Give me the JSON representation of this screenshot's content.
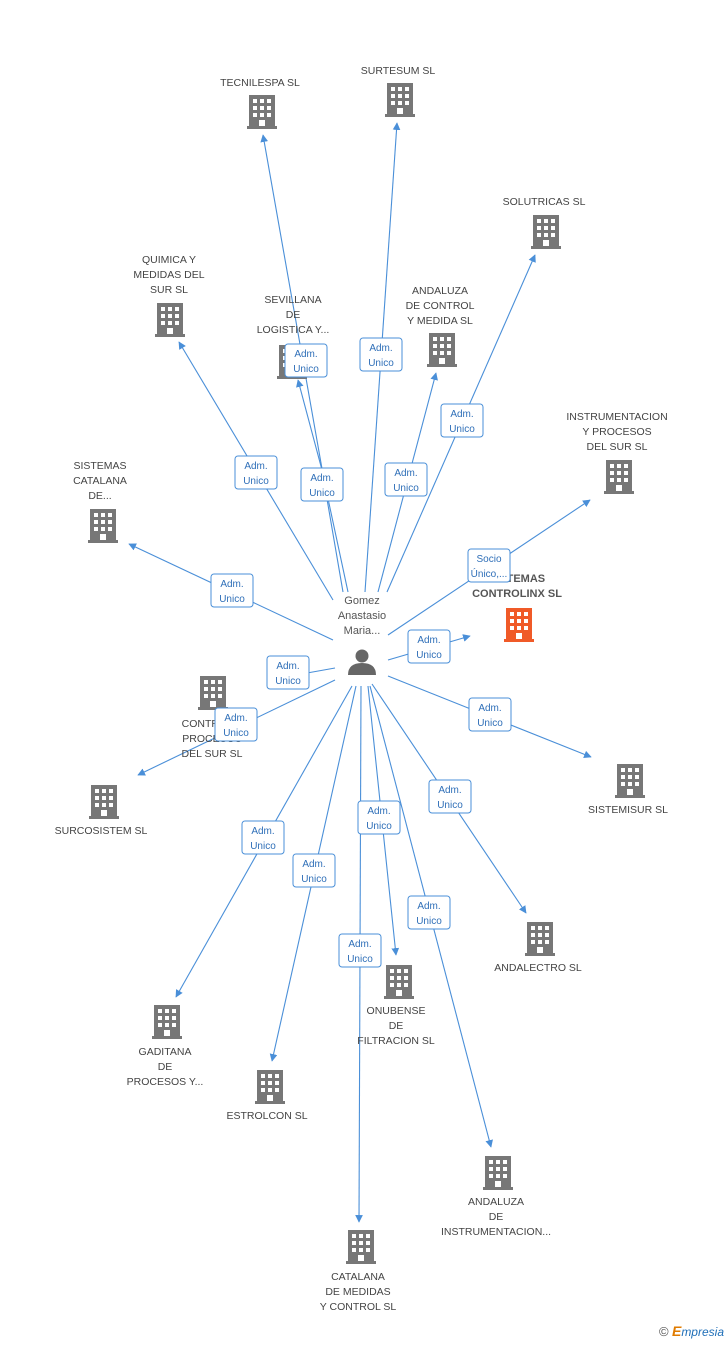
{
  "colors": {
    "edge": "#4a8fd8",
    "building": "#777777",
    "highlight": "#f05a28",
    "person": "#666666"
  },
  "person": {
    "name_lines": [
      "Gomez",
      "Anastasio",
      "Maria..."
    ],
    "icon": "person-icon"
  },
  "companies": [
    {
      "id": "tecnilespa",
      "lines": [
        "TECNILESPA SL"
      ]
    },
    {
      "id": "surtesum",
      "lines": [
        "SURTESUM SL"
      ]
    },
    {
      "id": "solutricas",
      "lines": [
        "SOLUTRICAS SL"
      ]
    },
    {
      "id": "quimica",
      "lines": [
        "QUIMICA Y",
        "MEDIDAS DEL",
        "SUR SL"
      ]
    },
    {
      "id": "sevillana",
      "lines": [
        "SEVILLANA",
        "DE",
        "LOGISTICA Y..."
      ]
    },
    {
      "id": "andaluza-control",
      "lines": [
        "ANDALUZA",
        "DE CONTROL",
        "Y MEDIDA SL"
      ]
    },
    {
      "id": "instrumentacion",
      "lines": [
        "INSTRUMENTACION",
        "Y PROCESOS",
        "DEL SUR SL"
      ]
    },
    {
      "id": "sistemas-catalana",
      "lines": [
        "SISTEMAS",
        "CATALANA",
        "DE..."
      ]
    },
    {
      "id": "controlinx",
      "lines": [
        "SISTEMAS",
        "CONTROLINX SL"
      ],
      "highlight": true
    },
    {
      "id": "control-procesos",
      "lines": [
        "CONTROL Y",
        "PROCESOS",
        "DEL SUR SL"
      ]
    },
    {
      "id": "surcosistem",
      "lines": [
        "SURCOSISTEM SL"
      ]
    },
    {
      "id": "sistemisur",
      "lines": [
        "SISTEMISUR SL"
      ]
    },
    {
      "id": "andalectro",
      "lines": [
        "ANDALECTRO SL"
      ]
    },
    {
      "id": "onubense",
      "lines": [
        "ONUBENSE",
        "DE",
        "FILTRACION SL"
      ]
    },
    {
      "id": "gaditana",
      "lines": [
        "GADITANA",
        "DE",
        "PROCESOS Y..."
      ]
    },
    {
      "id": "estrolcon",
      "lines": [
        "ESTROLCON SL"
      ]
    },
    {
      "id": "andaluza-instr",
      "lines": [
        "ANDALUZA",
        "DE",
        "INSTRUMENTACION..."
      ]
    },
    {
      "id": "catalana-medidas",
      "lines": [
        "CATALANA",
        "DE MEDIDAS",
        "Y CONTROL SL"
      ]
    }
  ],
  "relations": [
    {
      "to": "tecnilespa",
      "lines": [
        "Adm.",
        "Unico"
      ]
    },
    {
      "to": "surtesum",
      "lines": [
        "Adm.",
        "Unico"
      ]
    },
    {
      "to": "solutricas",
      "lines": [
        "Adm.",
        "Unico"
      ]
    },
    {
      "to": "quimica",
      "lines": [
        "Adm.",
        "Unico"
      ]
    },
    {
      "to": "sevillana",
      "lines": [
        "Adm.",
        "Unico"
      ]
    },
    {
      "to": "andaluza-control",
      "lines": [
        "Adm.",
        "Unico"
      ]
    },
    {
      "to": "instrumentacion",
      "lines": [
        "Socio",
        "Único,..."
      ]
    },
    {
      "to": "sistemas-catalana",
      "lines": [
        "Adm.",
        "Unico"
      ]
    },
    {
      "to": "controlinx",
      "lines": [
        "Adm.",
        "Unico"
      ]
    },
    {
      "to": "control-procesos",
      "lines": [
        "Adm.",
        "Unico"
      ]
    },
    {
      "to": "surcosistem",
      "lines": [
        "Adm.",
        "Unico"
      ]
    },
    {
      "to": "sistemisur",
      "lines": [
        "Adm.",
        "Unico"
      ]
    },
    {
      "to": "andalectro",
      "lines": [
        "Adm.",
        "Unico"
      ]
    },
    {
      "to": "onubense",
      "lines": [
        "Adm.",
        "Unico"
      ]
    },
    {
      "to": "gaditana",
      "lines": [
        "Adm.",
        "Unico"
      ]
    },
    {
      "to": "estrolcon",
      "lines": [
        "Adm.",
        "Unico"
      ]
    },
    {
      "to": "andaluza-instr",
      "lines": [
        "Adm.",
        "Unico"
      ]
    },
    {
      "to": "catalana-medidas",
      "lines": [
        "Adm.",
        "Unico"
      ]
    }
  ],
  "footer": {
    "copyright": "©",
    "brand_first": "E",
    "brand_rest": "mpresia"
  }
}
